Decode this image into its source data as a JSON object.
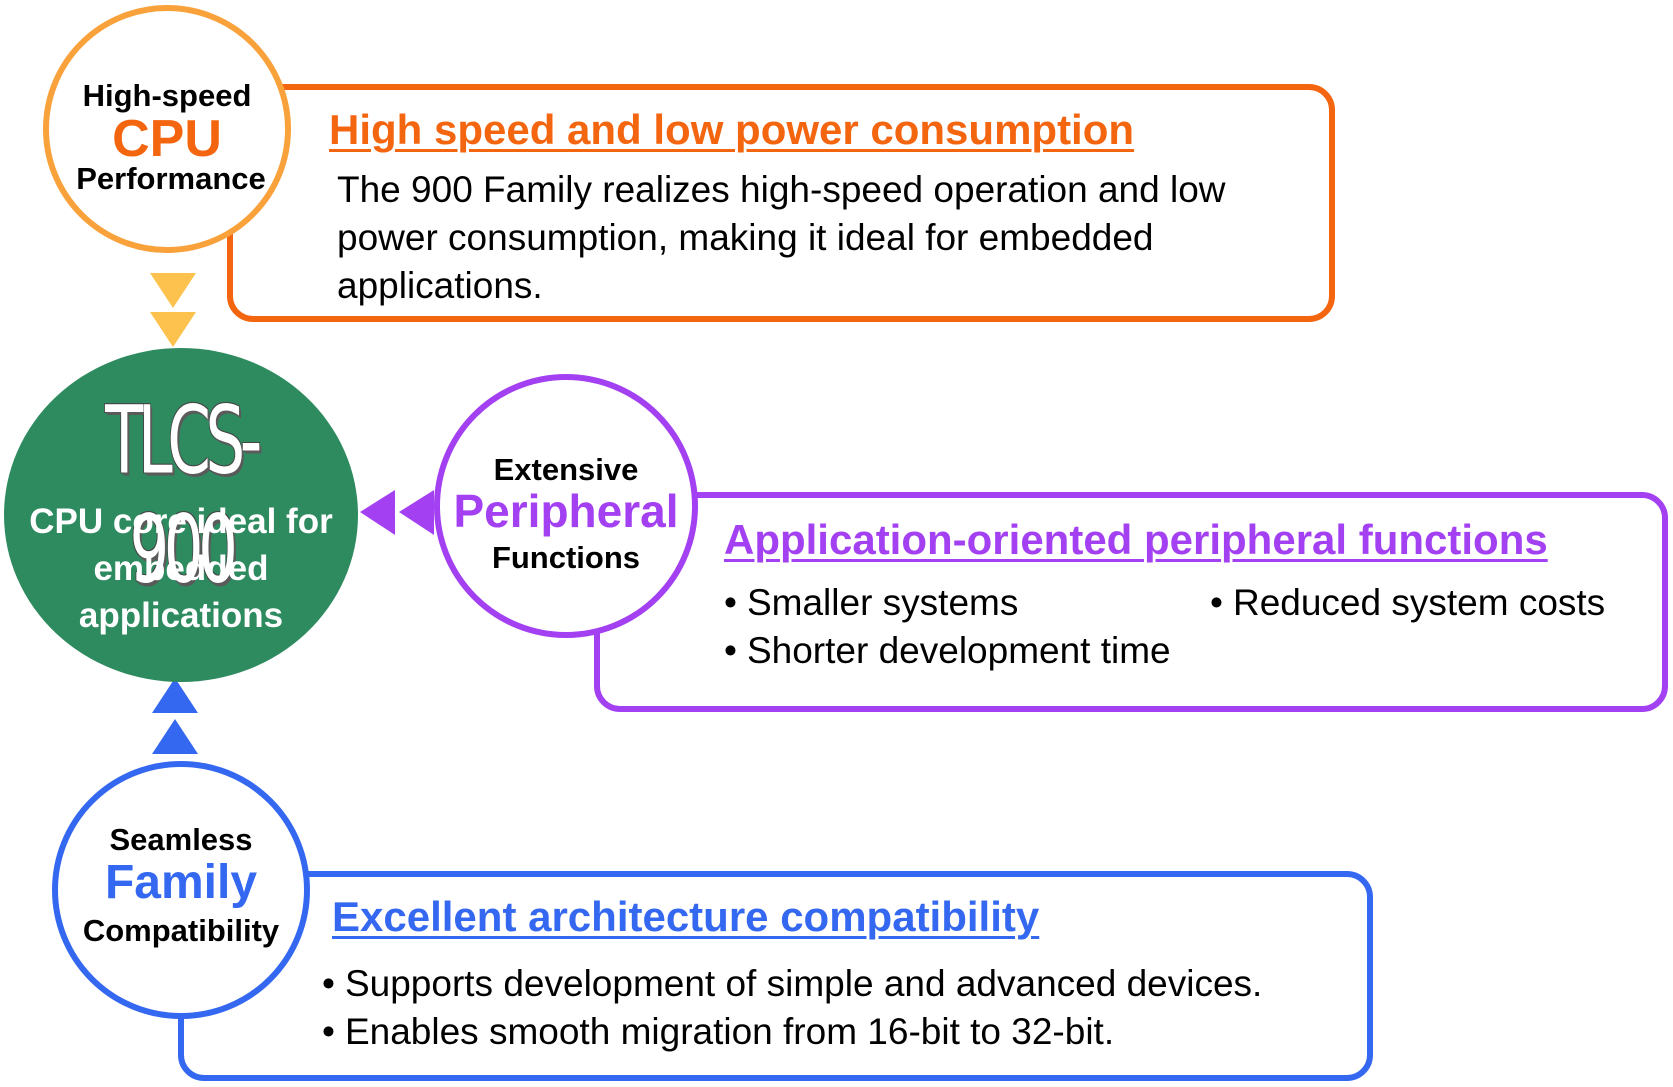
{
  "cpu": {
    "circle_top": "High-speed",
    "circle_big": "CPU",
    "circle_bottom": "Performance",
    "title": "High speed and low power consumption",
    "body": "The 900 Family realizes high-speed operation and low power consumption, making it ideal for embedded applications.",
    "color": "#f4650f",
    "circle_color": "#f9a23c"
  },
  "core": {
    "title": "TLCS-900",
    "line1": "CPU core ideal for",
    "line2": "embedded",
    "line3": "applications",
    "color": "#2e8b5f"
  },
  "peripheral": {
    "circle_top": "Extensive",
    "circle_big": "Peripheral",
    "circle_bottom": "Functions",
    "title": "Application-oriented peripheral functions",
    "bullets": [
      "Smaller systems",
      "Reduced system costs",
      "Shorter development time"
    ],
    "color": "#a341f2"
  },
  "family": {
    "circle_top": "Seamless",
    "circle_big": "Family",
    "circle_bottom": "Compatibility",
    "title": "Excellent architecture compatibility",
    "bullets": [
      "Supports development of simple and advanced devices.",
      "Enables smooth migration from 16-bit to 32-bit."
    ],
    "color": "#3568f0"
  },
  "arrows": {
    "orange_color": "#fcc24d",
    "purple_color": "#a341f2",
    "blue_color": "#3568f0"
  }
}
